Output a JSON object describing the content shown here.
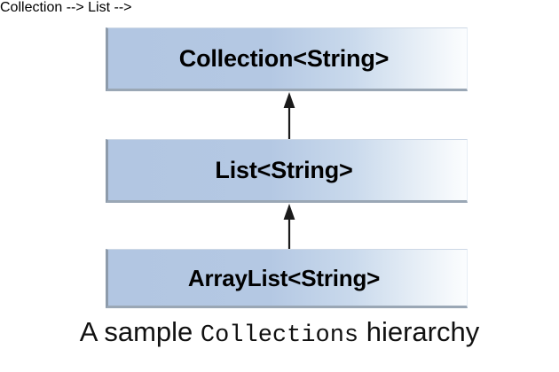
{
  "diagram": {
    "type": "uml-class-hierarchy",
    "relation": "generalization",
    "arrow_color": "#1a1a1a",
    "box_fill_start": "#b2c6e2",
    "box_fill_end": "#fbfdfe",
    "box_border_color": "#8d9bab",
    "nodes": [
      {
        "id": "collection",
        "label": "Collection<String>",
        "level": 0
      },
      {
        "id": "list",
        "label": "List<String>",
        "level": 1
      },
      {
        "id": "arraylist",
        "label": "ArrayList<String>",
        "level": 2
      }
    ],
    "edges": [
      {
        "from": "list",
        "to": "collection",
        "kind": "extends"
      },
      {
        "from": "arraylist",
        "to": "list",
        "kind": "implements"
      }
    ]
  },
  "caption": {
    "prefix": "A sample ",
    "code": "Collections",
    "suffix": " hierarchy"
  }
}
